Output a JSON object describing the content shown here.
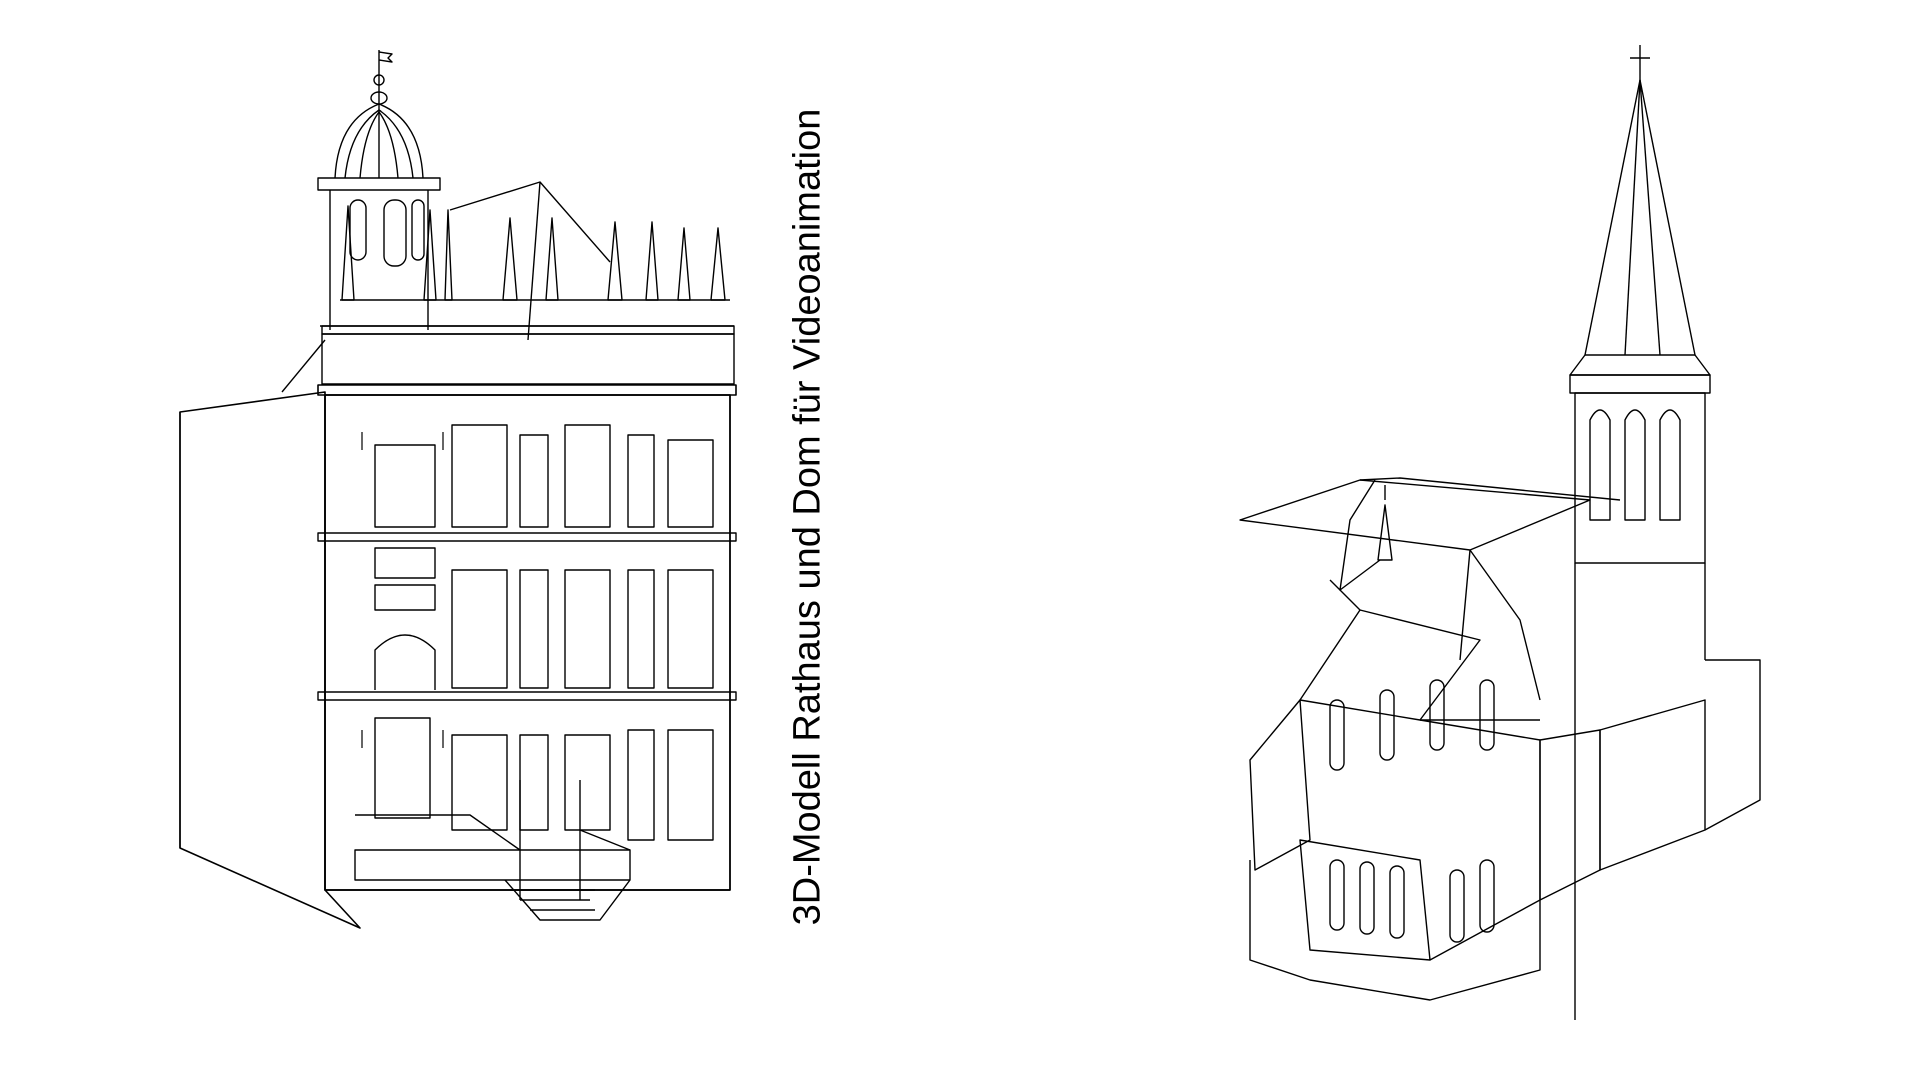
{
  "caption": "3D-Modell Rathaus und Dom für Videoanimation",
  "colors": {
    "line": "#000000",
    "background": "#ffffff"
  },
  "figures": [
    {
      "id": "rathaus",
      "depiction": "town-hall-line-drawing"
    },
    {
      "id": "dom",
      "depiction": "cathedral-line-drawing"
    }
  ]
}
